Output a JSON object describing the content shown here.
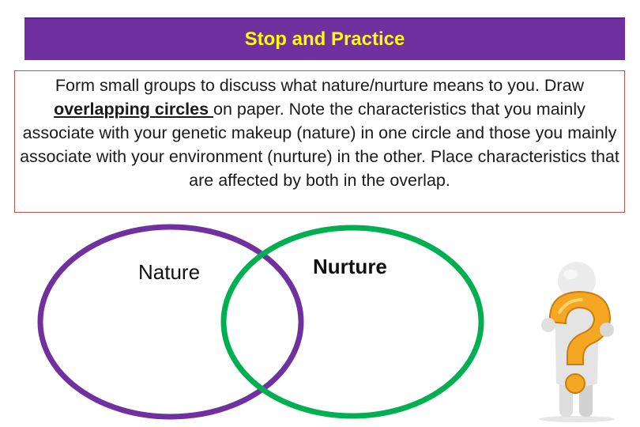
{
  "slide": {
    "title": "Stop and Practice",
    "instructions": {
      "part1": "Form small groups to discuss what nature/nurture means to you. Draw ",
      "emphasis": "overlapping circles ",
      "part2": "on paper. Note the characteristics that you mainly associate with your genetic makeup (nature) in one circle and those you mainly associate with your environment (nurture) in the other. Place characteristics that are affected by both in the overlap."
    },
    "venn": {
      "left_label": "Nature",
      "right_label": "Nurture",
      "left_color": "#7030a0",
      "right_color": "#00b050"
    },
    "clipart": {
      "icon": "question-mark-person-icon",
      "accent": "#f5a623"
    },
    "colors": {
      "title_bg": "#7030a0",
      "title_text": "#ffff00",
      "box_border": "#c0504d"
    }
  }
}
